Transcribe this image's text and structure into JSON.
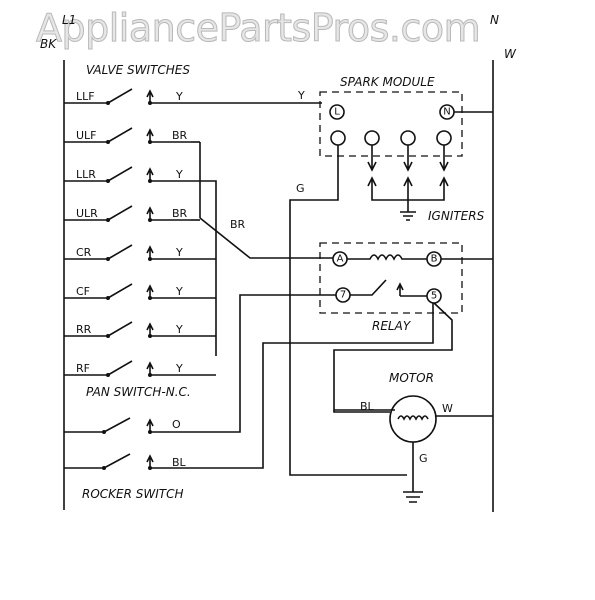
{
  "watermark": "AppliancePartsPros.com",
  "lines": {
    "l1": "L1",
    "bk": "BK",
    "n": "N",
    "w": "W"
  },
  "titles": {
    "valve_switches": "VALVE SWITCHES",
    "spark_module": "SPARK MODULE",
    "igniters": "IGNITERS",
    "relay": "RELAY",
    "motor": "MOTOR",
    "pan_switch": "PAN SWITCH-N.C.",
    "rocker_switch": "ROCKER SWITCH"
  },
  "valve_switches": [
    {
      "label": "LLF",
      "color": "Y"
    },
    {
      "label": "ULF",
      "color": "BR"
    },
    {
      "label": "LLR",
      "color": "Y"
    },
    {
      "label": "ULR",
      "color": "BR"
    },
    {
      "label": "CR",
      "color": "Y"
    },
    {
      "label": "CF",
      "color": "Y"
    },
    {
      "label": "RR",
      "color": "Y"
    },
    {
      "label": "RF",
      "color": "Y"
    }
  ],
  "pan_switch_wire": "O",
  "rocker_switch_wire": "BL",
  "wire_labels": {
    "y_to_module": "Y",
    "br_to_relay": "BR",
    "g_from_module": "G",
    "bl_motor": "BL",
    "w_motor": "W",
    "g_motor": "G"
  },
  "terminals": {
    "module_l": "L",
    "module_n": "N",
    "relay_a": "A",
    "relay_b": "B",
    "relay_7": "7",
    "relay_5": "5"
  }
}
